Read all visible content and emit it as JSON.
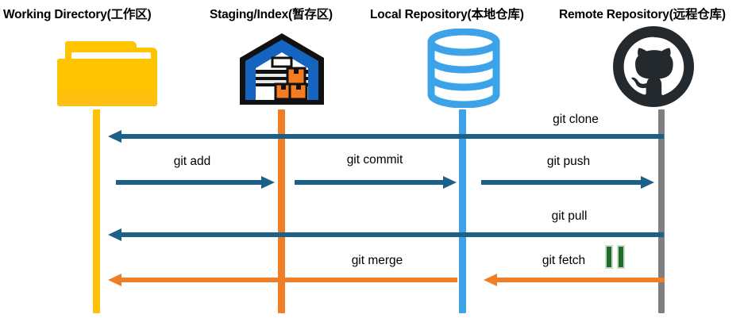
{
  "diagram": {
    "title_bar": {
      "lanes": [
        {
          "id": "working-directory",
          "label": "Working Directory(工作区)",
          "icon": "folder-icon",
          "color": "#FFC107"
        },
        {
          "id": "staging-index",
          "label": "Staging/Index(暂存区)",
          "icon": "warehouse-icon",
          "color": "#F07E26"
        },
        {
          "id": "local-repository",
          "label": "Local Repository(本地仓库)",
          "icon": "database-icon",
          "color": "#3DA3E8"
        },
        {
          "id": "remote-repository",
          "label": "Remote Repository(远程仓库)",
          "icon": "github-icon",
          "color": "#808080"
        }
      ]
    },
    "commands": [
      {
        "id": "git-clone",
        "label": "git clone",
        "from": "remote-repository",
        "to": "working-directory",
        "direction": "left",
        "color": "#1A6088"
      },
      {
        "id": "git-add",
        "label": "git add",
        "from": "working-directory",
        "to": "staging-index",
        "direction": "right",
        "color": "#1A6088"
      },
      {
        "id": "git-commit",
        "label": "git commit",
        "from": "staging-index",
        "to": "local-repository",
        "direction": "right",
        "color": "#1A6088"
      },
      {
        "id": "git-push",
        "label": "git push",
        "from": "local-repository",
        "to": "remote-repository",
        "direction": "right",
        "color": "#1A6088"
      },
      {
        "id": "git-pull",
        "label": "git pull",
        "from": "remote-repository",
        "to": "working-directory",
        "direction": "left",
        "color": "#1A6088"
      },
      {
        "id": "git-merge",
        "label": "git merge",
        "from": "local-repository",
        "to": "working-directory",
        "direction": "left",
        "color": "#F07E26"
      },
      {
        "id": "git-fetch",
        "label": "git fetch",
        "from": "remote-repository",
        "to": "local-repository",
        "direction": "left",
        "color": "#F07E26"
      }
    ],
    "marker": {
      "id": "green-pause-marker",
      "color": "#1E6B2C",
      "bars": 2
    }
  }
}
